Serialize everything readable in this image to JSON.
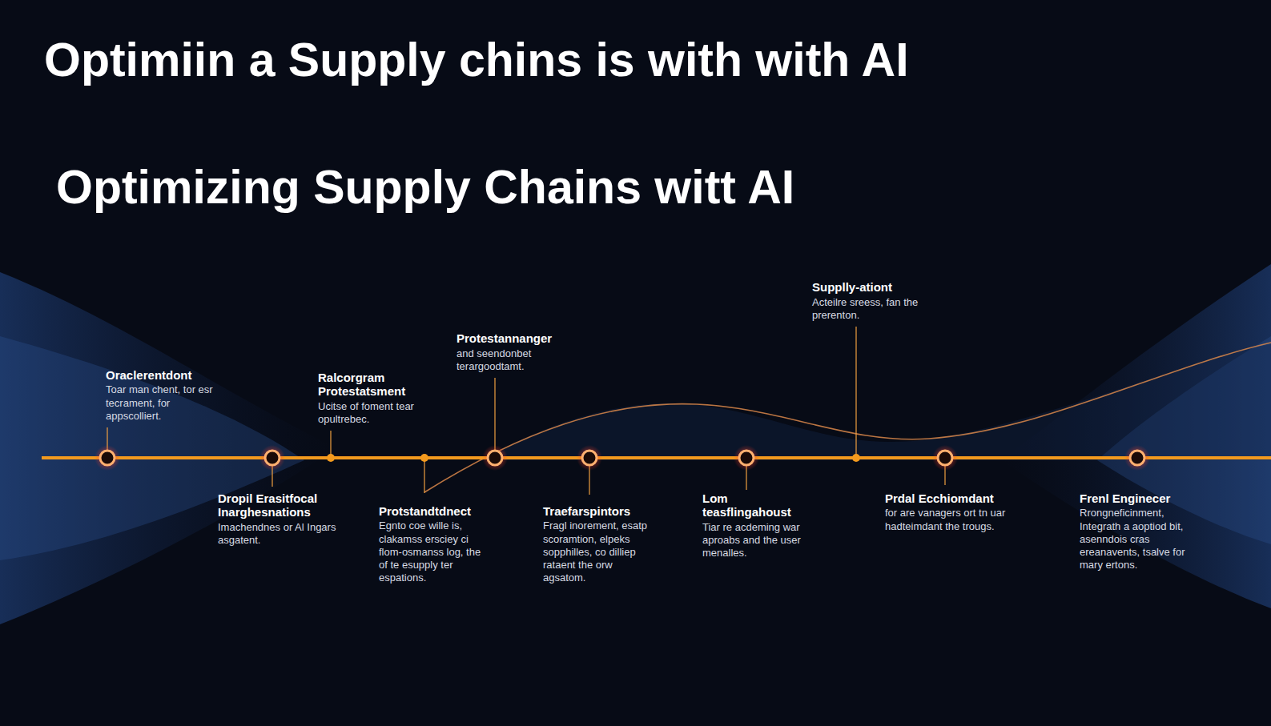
{
  "diagram": {
    "title": "Optimiin a Supply chins is with with AI",
    "labels": [
      "Optimizing Supply Chains witt AI",
      "Oraclerentdont",
      "Toar man chent, tor esr tecrament, for appscolliert.",
      "Dropil Erasitfocal Inarghesnations",
      "Imachendnes or Al Ingars asgatent.",
      "Ralcorgram Protestatsment",
      "Ucitse of foment tear opultrebec.",
      "Protstandtdnect",
      "Egnto coe wille is, clakamss ersciey ci flom-osmanss log, the of te esupply ter espations.",
      "Protestannanger",
      "and seendonbet terargoodtamt.",
      "Traefarspintors",
      "Fragl inorement, esatp scoramtion, elpeks sopphilles, co dilliep rataent the orw agsatom.",
      "Lom teasflingahoust",
      "Tiar re acdeming war aproabs and the user menalles.",
      "Supplly-ationt",
      "Acteilre sreess, fan the prerenton.",
      "Prdal Ecchiomdant",
      "for are vanagers ort tn uar hadteimdant the trougs.",
      "Frenl Enginecer",
      "Rrongneficinment, Integrath a aoptiod bit, asenndois cras ereanavents, tsalve for mary ertons."
    ]
  }
}
